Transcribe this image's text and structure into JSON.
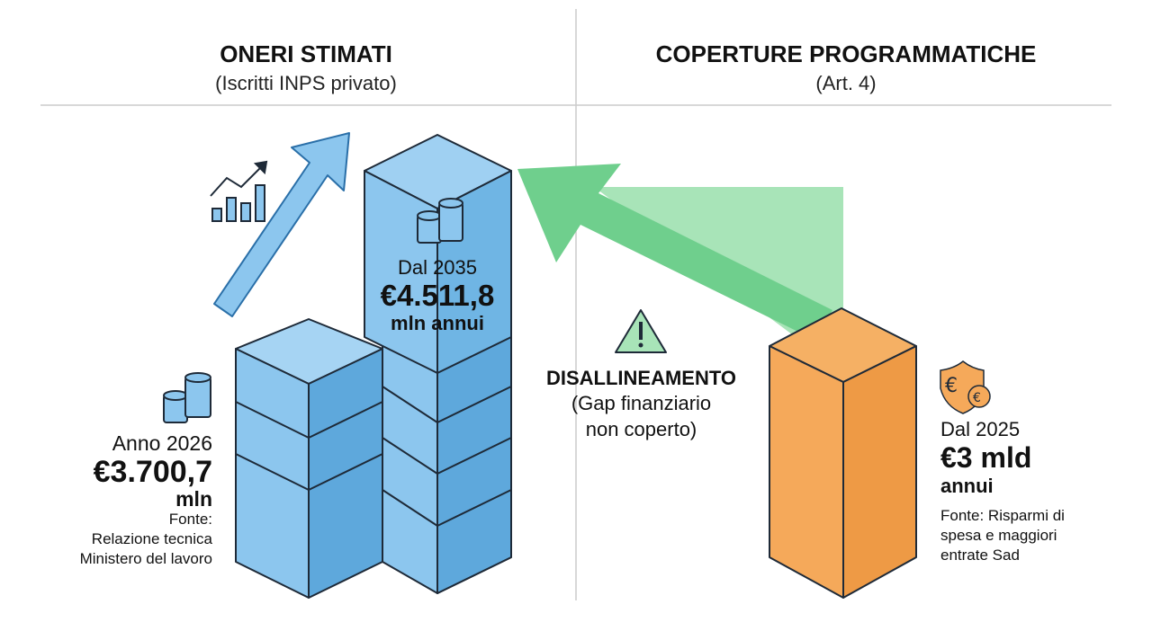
{
  "left": {
    "title": "ONERI STIMATI",
    "subtitle": "(Iscritti INPS privato)",
    "year2026_label": "Anno 2026",
    "year2026_value": "€3.700,7",
    "year2026_unit": "mln",
    "source_label": "Fonte:",
    "source_line1": "Relazione tecnica",
    "source_line2": "Ministero del lavoro",
    "from2035_label": "Dal 2035",
    "from2035_value": "€4.511,8",
    "from2035_unit": "mln annui"
  },
  "right": {
    "title": "COPERTURE PROGRAMMATICHE",
    "subtitle": "(Art. 4)",
    "from2025_label": "Dal 2025",
    "from2025_value": "€3 mld",
    "from2025_unit": "annui",
    "source_line1": "Fonte: Risparmi di",
    "source_line2": "spesa e maggiori",
    "source_line3": "entrate Sad"
  },
  "gap": {
    "title": "DISALLINEAMENTO",
    "line1": "(Gap finanziario",
    "line2": "non coperto)"
  },
  "colors": {
    "blue": "#8cc6ee",
    "blue_dark": "#5ea8dc",
    "green": "#6fcf8d",
    "green_light": "#a8e4b8",
    "orange": "#f5a95a",
    "orange_dark": "#ee9a45",
    "stroke": "#1e2a38"
  }
}
